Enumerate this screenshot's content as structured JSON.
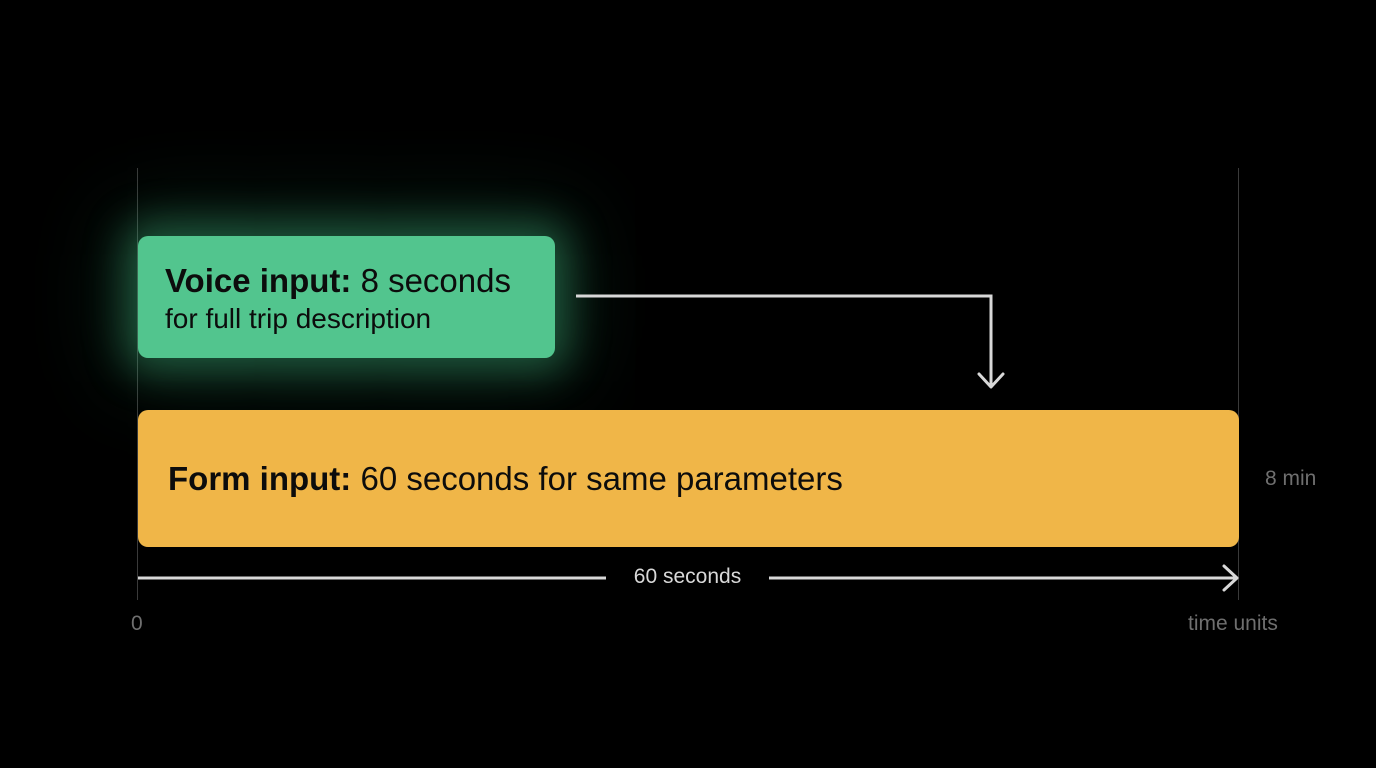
{
  "voice": {
    "label": "Voice input:",
    "duration": "8 seconds",
    "description": "for full trip description"
  },
  "form": {
    "label": "Form input:",
    "description": "60 seconds for same parameters"
  },
  "span_label": "60 seconds",
  "side_label": "8 min",
  "axis": {
    "start": "0",
    "end": "time units"
  },
  "colors": {
    "background": "#000000",
    "voice_box": "#52c58e",
    "form_box": "#f0b648",
    "arrow": "#d8d8d8",
    "muted_text": "#6f6f6f"
  }
}
